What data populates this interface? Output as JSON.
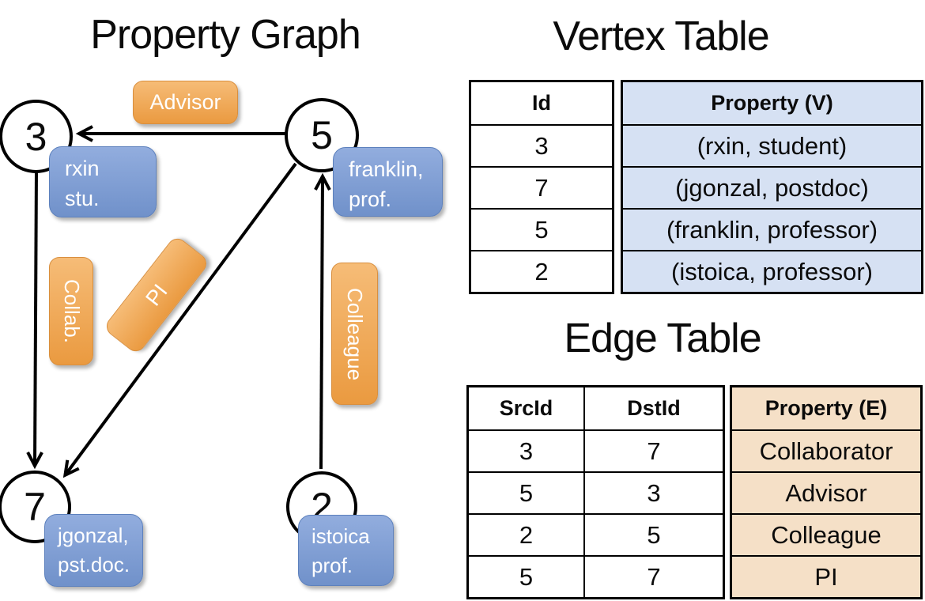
{
  "graph": {
    "title": "Property Graph",
    "nodes": [
      {
        "id": "3"
      },
      {
        "id": "5"
      },
      {
        "id": "7"
      },
      {
        "id": "2"
      }
    ],
    "properties": [
      {
        "line1": "rxin",
        "line2": "stu."
      },
      {
        "line1": "franklin,",
        "line2": "prof."
      },
      {
        "line1": "jgonzal,",
        "line2": "pst.doc."
      },
      {
        "line1": "istoica",
        "line2": "prof."
      }
    ],
    "edges": [
      {
        "label": "Advisor",
        "from": "5",
        "to": "3"
      },
      {
        "label": "Collab.",
        "from": "3",
        "to": "7"
      },
      {
        "label": "PI",
        "from": "5",
        "to": "7"
      },
      {
        "label": "Colleague",
        "from": "2",
        "to": "5"
      }
    ]
  },
  "vertex_table": {
    "title": "Vertex Table",
    "columns": [
      "Id",
      "Property (V)"
    ],
    "rows": [
      [
        "3",
        "(rxin, student)"
      ],
      [
        "7",
        "(jgonzal, postdoc)"
      ],
      [
        "5",
        "(franklin, professor)"
      ],
      [
        "2",
        "(istoica, professor)"
      ]
    ]
  },
  "edge_table": {
    "title": "Edge Table",
    "columns": [
      "SrcId",
      "DstId",
      "Property (E)"
    ],
    "rows": [
      [
        "3",
        "7",
        "Collaborator"
      ],
      [
        "5",
        "3",
        "Advisor"
      ],
      [
        "2",
        "5",
        "Colleague"
      ],
      [
        "5",
        "7",
        "PI"
      ]
    ]
  },
  "colors": {
    "edge_label_orange": "#EFA452",
    "property_box_blue": "#7D9AD1",
    "vertex_property_bg": "#D6E1F3",
    "edge_property_bg": "#F5E0C7",
    "line_color": "#000000"
  }
}
